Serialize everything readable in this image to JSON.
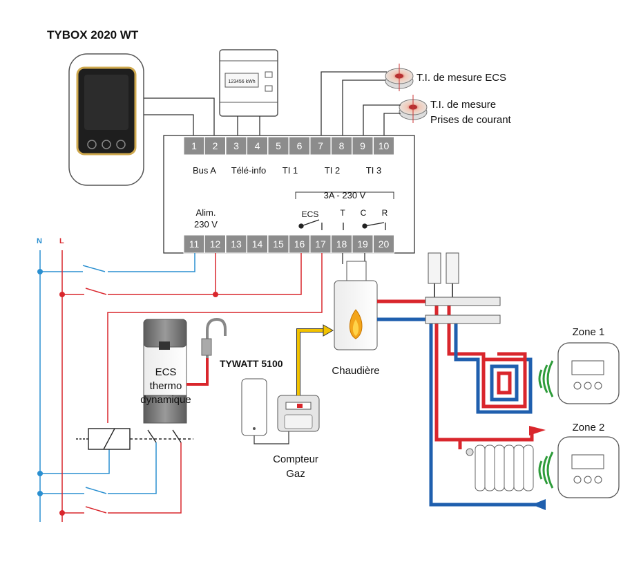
{
  "title": "TYBOX 2020 WT",
  "meter_display": "123456 kWh",
  "terminals_top": [
    "1",
    "2",
    "3",
    "4",
    "5",
    "6",
    "7",
    "8",
    "9",
    "10"
  ],
  "terminals_bottom": [
    "11",
    "12",
    "13",
    "14",
    "15",
    "16",
    "17",
    "18",
    "19",
    "20"
  ],
  "groups_top": {
    "bus": "Bus A",
    "teleinfo": "Télé-info",
    "ti1": "TI 1",
    "ti2": "TI 2",
    "ti3": "TI 3"
  },
  "power": {
    "line1": "Alim.",
    "line2": "230 V"
  },
  "relay": {
    "rating": "3A - 230 V",
    "ecs": "ECS",
    "t": "T",
    "c": "C",
    "r": "R"
  },
  "ct_ecs": "T.I. de mesure ECS",
  "ct_outlets": {
    "line1": "T.I. de mesure",
    "line2": "Prises de courant"
  },
  "mains": {
    "n": "N",
    "l": "L"
  },
  "heater": {
    "line1": "ECS",
    "line2": "thermo",
    "line3": "dynamique"
  },
  "tywatt": "TYWATT 5100",
  "gas_meter": {
    "line1": "Compteur",
    "line2": "Gaz"
  },
  "boiler": "Chaudière",
  "zone1": "Zone 1",
  "zone2": "Zone 2",
  "colors": {
    "neutral": "#2a8fd0",
    "live": "#d9262c",
    "flow_red": "#d9262c",
    "return_blue": "#1f5fae",
    "gas": "#f2c200",
    "terminal": "#8c8c8c",
    "flame": "#f3a51b"
  }
}
